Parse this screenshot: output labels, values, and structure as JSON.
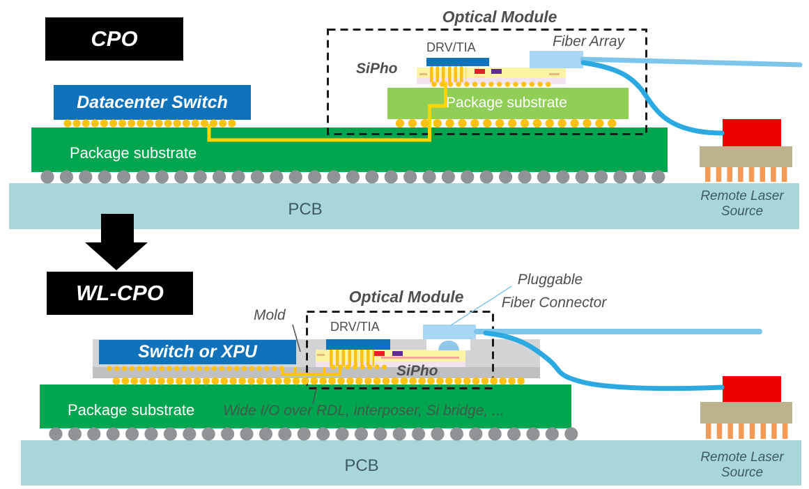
{
  "palette": {
    "black": "#000000",
    "white": "#ffffff",
    "blue": "#0f72ba",
    "green": "#00a64f",
    "light-green": "#90ce58",
    "pcb-teal": "#a9d6d8",
    "bump-yellow": "#ffc113",
    "trace-yellow": "#ffd500",
    "chip-yellow": "#fcf3a2",
    "chip-pink": "#f2e3ee",
    "chip-red": "#ee1c25",
    "purple": "#5f2d91",
    "mold-gray": "#d3d4d6",
    "rdl-gray": "#bec0c2",
    "gray-bump": "#909396",
    "fiber-light": "#7ec5ec",
    "fiber-dark": "#2ca9e1",
    "connector-blue": "#a9d6f2",
    "dome-blue": "#8fc8ec",
    "laser-red": "#f20000",
    "laser-tan": "#bdb28e",
    "pin-orange": "#f29a56",
    "label-dark": "#4d4e50",
    "label-teal": "#3e5a64",
    "wide-io-text": "#3d5a4b",
    "salmon": "#f2a89e",
    "tan-dash": "#e2b97e",
    "dash-line": "#1a1a1a"
  },
  "cpo": {
    "badge": "CPO",
    "datacenter_switch": "Datacenter Switch",
    "package_substrate": "Package substrate",
    "pcb": "PCB",
    "optical_module": {
      "title": "Optical Module",
      "drv_tia": "DRV/TIA",
      "sipho": "SiPho",
      "fiber_array": "Fiber Array",
      "package_substrate": "Package substrate"
    },
    "remote_laser": {
      "line1": "Remote Laser",
      "line2": "Source"
    }
  },
  "wl_cpo": {
    "badge": "WL-CPO",
    "switch_or_xpu": "Switch or XPU",
    "package_substrate": "Package substrate",
    "pcb": "PCB",
    "mold": "Mold",
    "wide_io": "Wide I/O over RDL, interposer, Si bridge, ...",
    "optical_module": {
      "title": "Optical Module",
      "drv_tia": "DRV/TIA",
      "sipho": "SiPho",
      "pluggable_line1": "Pluggable",
      "pluggable_line2": "Fiber Connector"
    },
    "remote_laser": {
      "line1": "Remote Laser",
      "line2": "Source"
    }
  }
}
